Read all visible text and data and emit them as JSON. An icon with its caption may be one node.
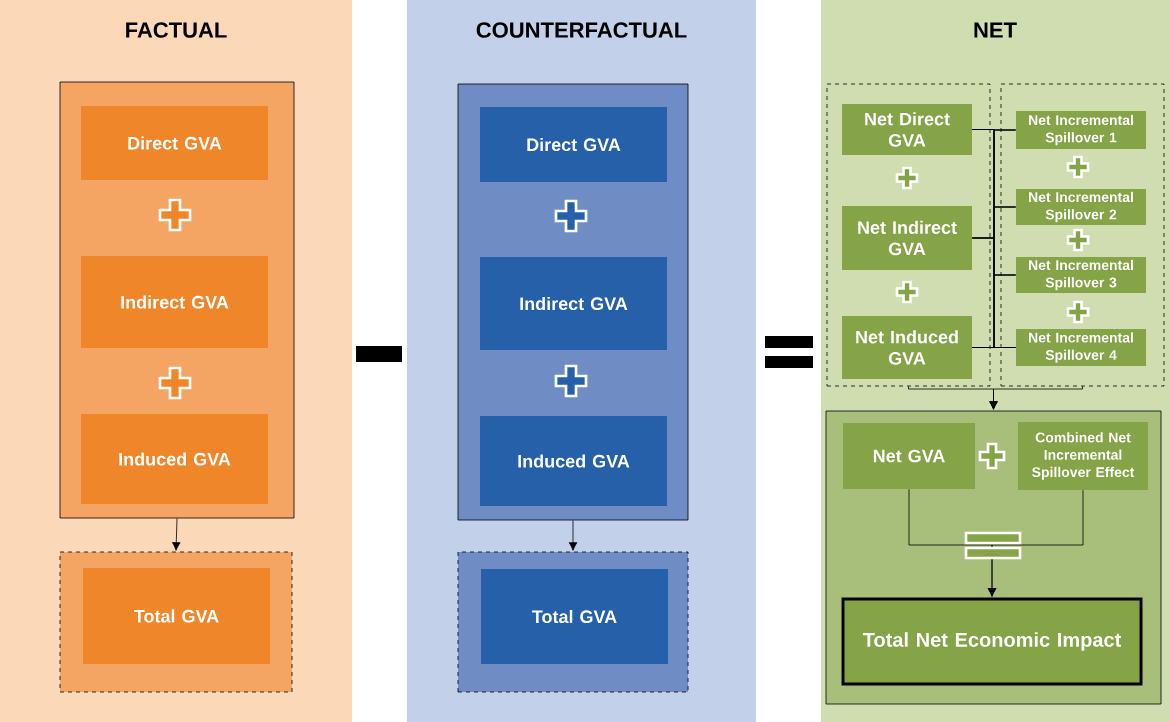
{
  "diagram": {
    "nodes": [
      {
        "text": [
          "FACTUAL"
        ]
      },
      {
        "text": [],
        "shape": "box",
        "in": 0
      },
      {
        "text": [
          "Direct GVA"
        ],
        "in": 1
      },
      {
        "text": [
          "Indirect GVA"
        ],
        "in": 1
      },
      {
        "text": [
          "Induced GVA"
        ],
        "in": 1
      },
      {
        "text": [],
        "shape": "box",
        "in": 0
      },
      {
        "text": [
          "Total GVA"
        ],
        "in": 5
      },
      {
        "text": [
          "COUNTERFACTUAL"
        ]
      },
      {
        "text": [],
        "shape": "box",
        "in": 7
      },
      {
        "text": [
          "Direct GVA"
        ],
        "in": 8
      },
      {
        "text": [
          "Indirect GVA"
        ],
        "in": 8
      },
      {
        "text": [
          "Induced GVA"
        ],
        "in": 8
      },
      {
        "text": [],
        "shape": "box",
        "in": 7
      },
      {
        "text": [
          "Total GVA"
        ],
        "in": 12
      },
      {
        "text": [
          "NET"
        ]
      },
      {
        "text": [],
        "shape": "box",
        "in": 14
      },
      {
        "text": [
          "Net Direct GVA"
        ],
        "in": 15
      },
      {
        "text": [
          "Net Indirect GVA"
        ],
        "in": 15
      },
      {
        "text": [
          "Net Induced GVA"
        ],
        "in": 15
      },
      {
        "text": [],
        "shape": "box",
        "in": 14
      },
      {
        "text": [
          "Net Incremental Spillover 1"
        ],
        "in": 19
      },
      {
        "text": [
          "Net Incremental Spillover 2"
        ],
        "in": 19
      },
      {
        "text": [
          "Net Incremental Spillover 3"
        ],
        "in": 19
      },
      {
        "text": [
          "Net Incremental Spillover 4"
        ],
        "in": 19
      },
      {
        "text": [],
        "shape": "box",
        "in": 14
      },
      {
        "text": [
          "Net GVA"
        ],
        "in": 24
      },
      {
        "text": [
          "Combined Net Incremental Spillover Effect"
        ],
        "in": 24
      },
      {
        "text": [
          "Total Net Economic Impact"
        ],
        "in": 24
      }
    ],
    "edges": [
      {
        "from": 1,
        "to": 5,
        "arrow": "to"
      },
      {
        "from": 8,
        "to": 12,
        "arrow": "to"
      },
      {
        "from": 16,
        "to": 20,
        "arrow": "none"
      },
      {
        "from": 16,
        "to": 21,
        "arrow": "none"
      },
      {
        "from": 16,
        "to": 22,
        "arrow": "none"
      },
      {
        "from": 16,
        "to": 23,
        "arrow": "none"
      },
      {
        "from": 17,
        "to": 20,
        "arrow": "none"
      },
      {
        "from": 17,
        "to": 21,
        "arrow": "none"
      },
      {
        "from": 17,
        "to": 22,
        "arrow": "none"
      },
      {
        "from": 17,
        "to": 23,
        "arrow": "none"
      },
      {
        "from": 18,
        "to": 20,
        "arrow": "none"
      },
      {
        "from": 18,
        "to": 21,
        "arrow": "none"
      },
      {
        "from": 18,
        "to": 22,
        "arrow": "none"
      },
      {
        "from": 18,
        "to": 23,
        "arrow": "none"
      },
      {
        "from": 15,
        "to": 24,
        "arrow": "to"
      },
      {
        "from": 19,
        "to": 24,
        "arrow": "to"
      },
      {
        "from": 25,
        "to": 27,
        "arrow": "to"
      },
      {
        "from": 26,
        "to": 27,
        "arrow": "to"
      }
    ]
  }
}
